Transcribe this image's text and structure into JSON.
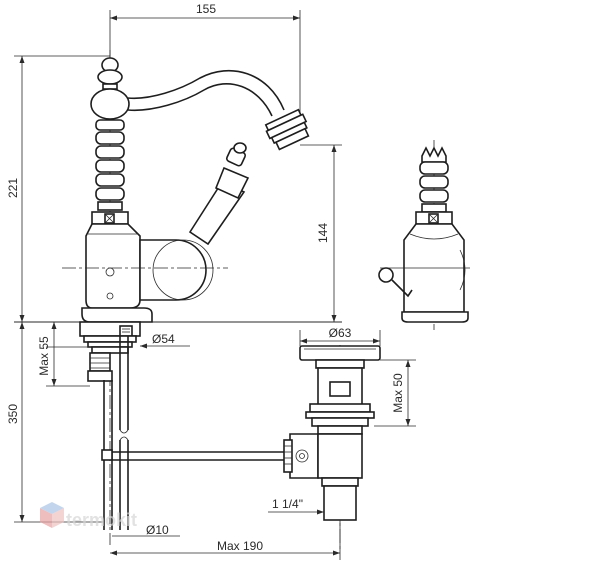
{
  "dimensions": {
    "top_width": "155",
    "total_height": "221",
    "spout_height": "144",
    "max_55": "Max 55",
    "base_diameter": "Ø54",
    "under_length": "350",
    "waste_diameter": "Ø63",
    "max_50": "Max 50",
    "thread": "1 1/4\"",
    "rod_diameter": "Ø10",
    "max_190": "Max 190"
  },
  "watermark": {
    "brand": "termokit"
  },
  "colors": {
    "line": "#2a2a2a",
    "watermark_icon": "#e8a3a3",
    "watermark_icon_alt": "#a9c4e4"
  }
}
